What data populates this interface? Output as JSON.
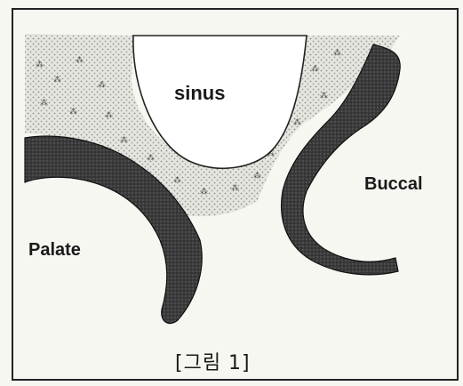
{
  "diagram": {
    "labels": {
      "sinus": "sinus",
      "buccal": "Buccal",
      "palate": "Palate"
    },
    "caption": "[그림 1]"
  }
}
